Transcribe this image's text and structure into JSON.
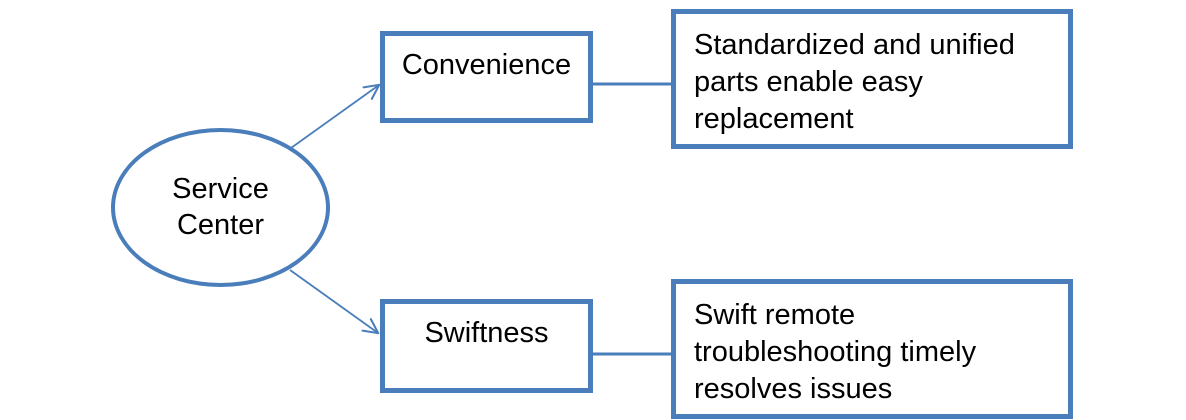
{
  "diagram": {
    "type": "flow-diagram",
    "accent_color": "#4a7ebb",
    "text_color": "#000000",
    "background_color": "#ffffff",
    "root": {
      "shape": "ellipse",
      "label_line1": "Service",
      "label_line2": "Center"
    },
    "branches": [
      {
        "key": "convenience",
        "label": "Convenience",
        "description": "Standardized and unified parts enable easy replacement"
      },
      {
        "key": "swiftness",
        "label": "Swiftness",
        "description": "Swift remote troubleshooting timely resolves issues"
      }
    ],
    "connectors": [
      {
        "name": "root-to-convenience",
        "style": "arrow"
      },
      {
        "name": "root-to-swiftness",
        "style": "arrow"
      },
      {
        "name": "convenience-to-description",
        "style": "line"
      },
      {
        "name": "swiftness-to-description",
        "style": "line"
      }
    ]
  }
}
